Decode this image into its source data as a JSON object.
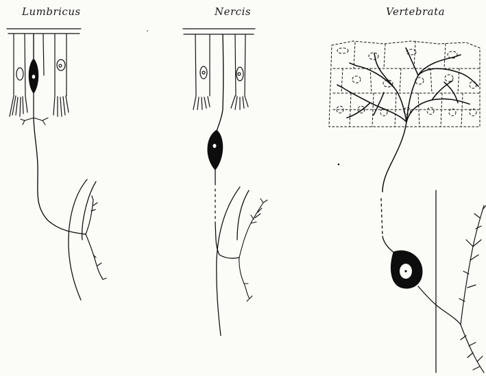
{
  "figure": {
    "panels": [
      {
        "id": "lumbricus",
        "title": "Lumbricus"
      },
      {
        "id": "nereis",
        "title": "Nercis"
      },
      {
        "id": "vertebrata",
        "title": "Vertebrata"
      }
    ]
  },
  "colors": {
    "ink": "#111111",
    "paper": "#fbfbf8"
  }
}
